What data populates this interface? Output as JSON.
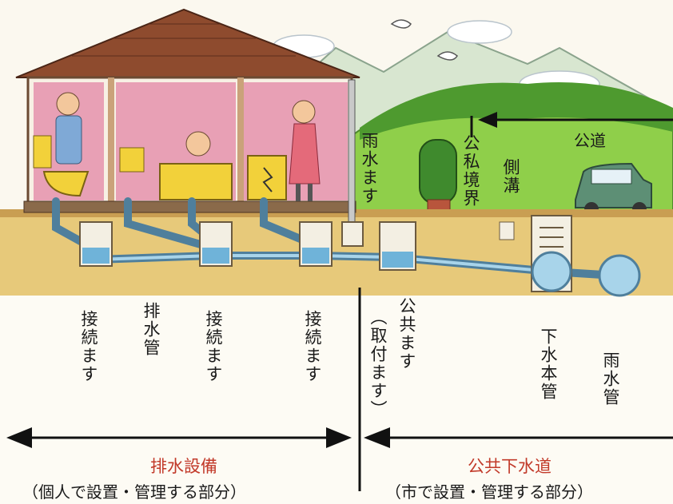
{
  "labels": {
    "public_private_boundary": "公私境界",
    "public_road": "公道",
    "side_ditch": "側溝",
    "rain_basin": "雨水ます",
    "connection_basin_1": "接続ます",
    "drain_pipe": "排水管",
    "connection_basin_2": "接続ます",
    "connection_basin_3": "接続ます",
    "public_basin": "公共ます",
    "public_basin_note": "（取付ます）",
    "sewer_main": "下水本管",
    "rain_pipe": "雨水管"
  },
  "sections": {
    "private": {
      "title": "排水設備",
      "subtitle": "（個人で設置・管理する部分）"
    },
    "public": {
      "title": "公共下水道",
      "subtitle": "（市で設置・管理する部分）"
    }
  },
  "colors": {
    "title_red": "#c23a2a",
    "water_blue": "#6fb3d9",
    "soil": "#e7c97a",
    "roof": "#8e4b2e",
    "grass": "#7fbf3c"
  }
}
